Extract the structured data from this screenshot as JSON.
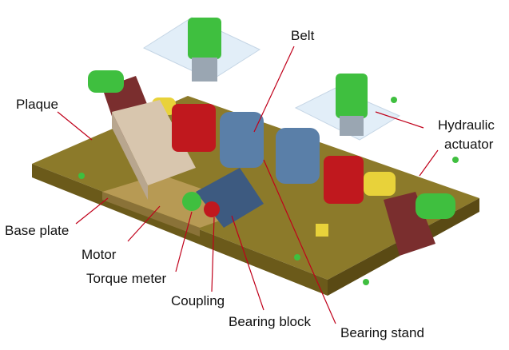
{
  "labels": {
    "belt": "Belt",
    "plaque": "Plaque",
    "hydraulic_line1": "Hydraulic",
    "hydraulic_line2": "actuator",
    "base_plate": "Base plate",
    "motor": "Motor",
    "torque_meter": "Torque meter",
    "coupling": "Coupling",
    "bearing_block": "Bearing block",
    "bearing_stand": "Bearing stand"
  },
  "colors": {
    "leader_line": "#c0001a",
    "plaque_top": "#8c7a2a",
    "plaque_side": "#6b5a1a",
    "motor": "#d8c6ae",
    "pillow_block": "#7a2e2e",
    "green_cylinder": "#3fbf3f",
    "red_housing": "#c0181e",
    "coupling_yellow": "#e8d23a",
    "bearing_blue": "#5a7fa8",
    "frame_glass": "#cfe4f5"
  }
}
